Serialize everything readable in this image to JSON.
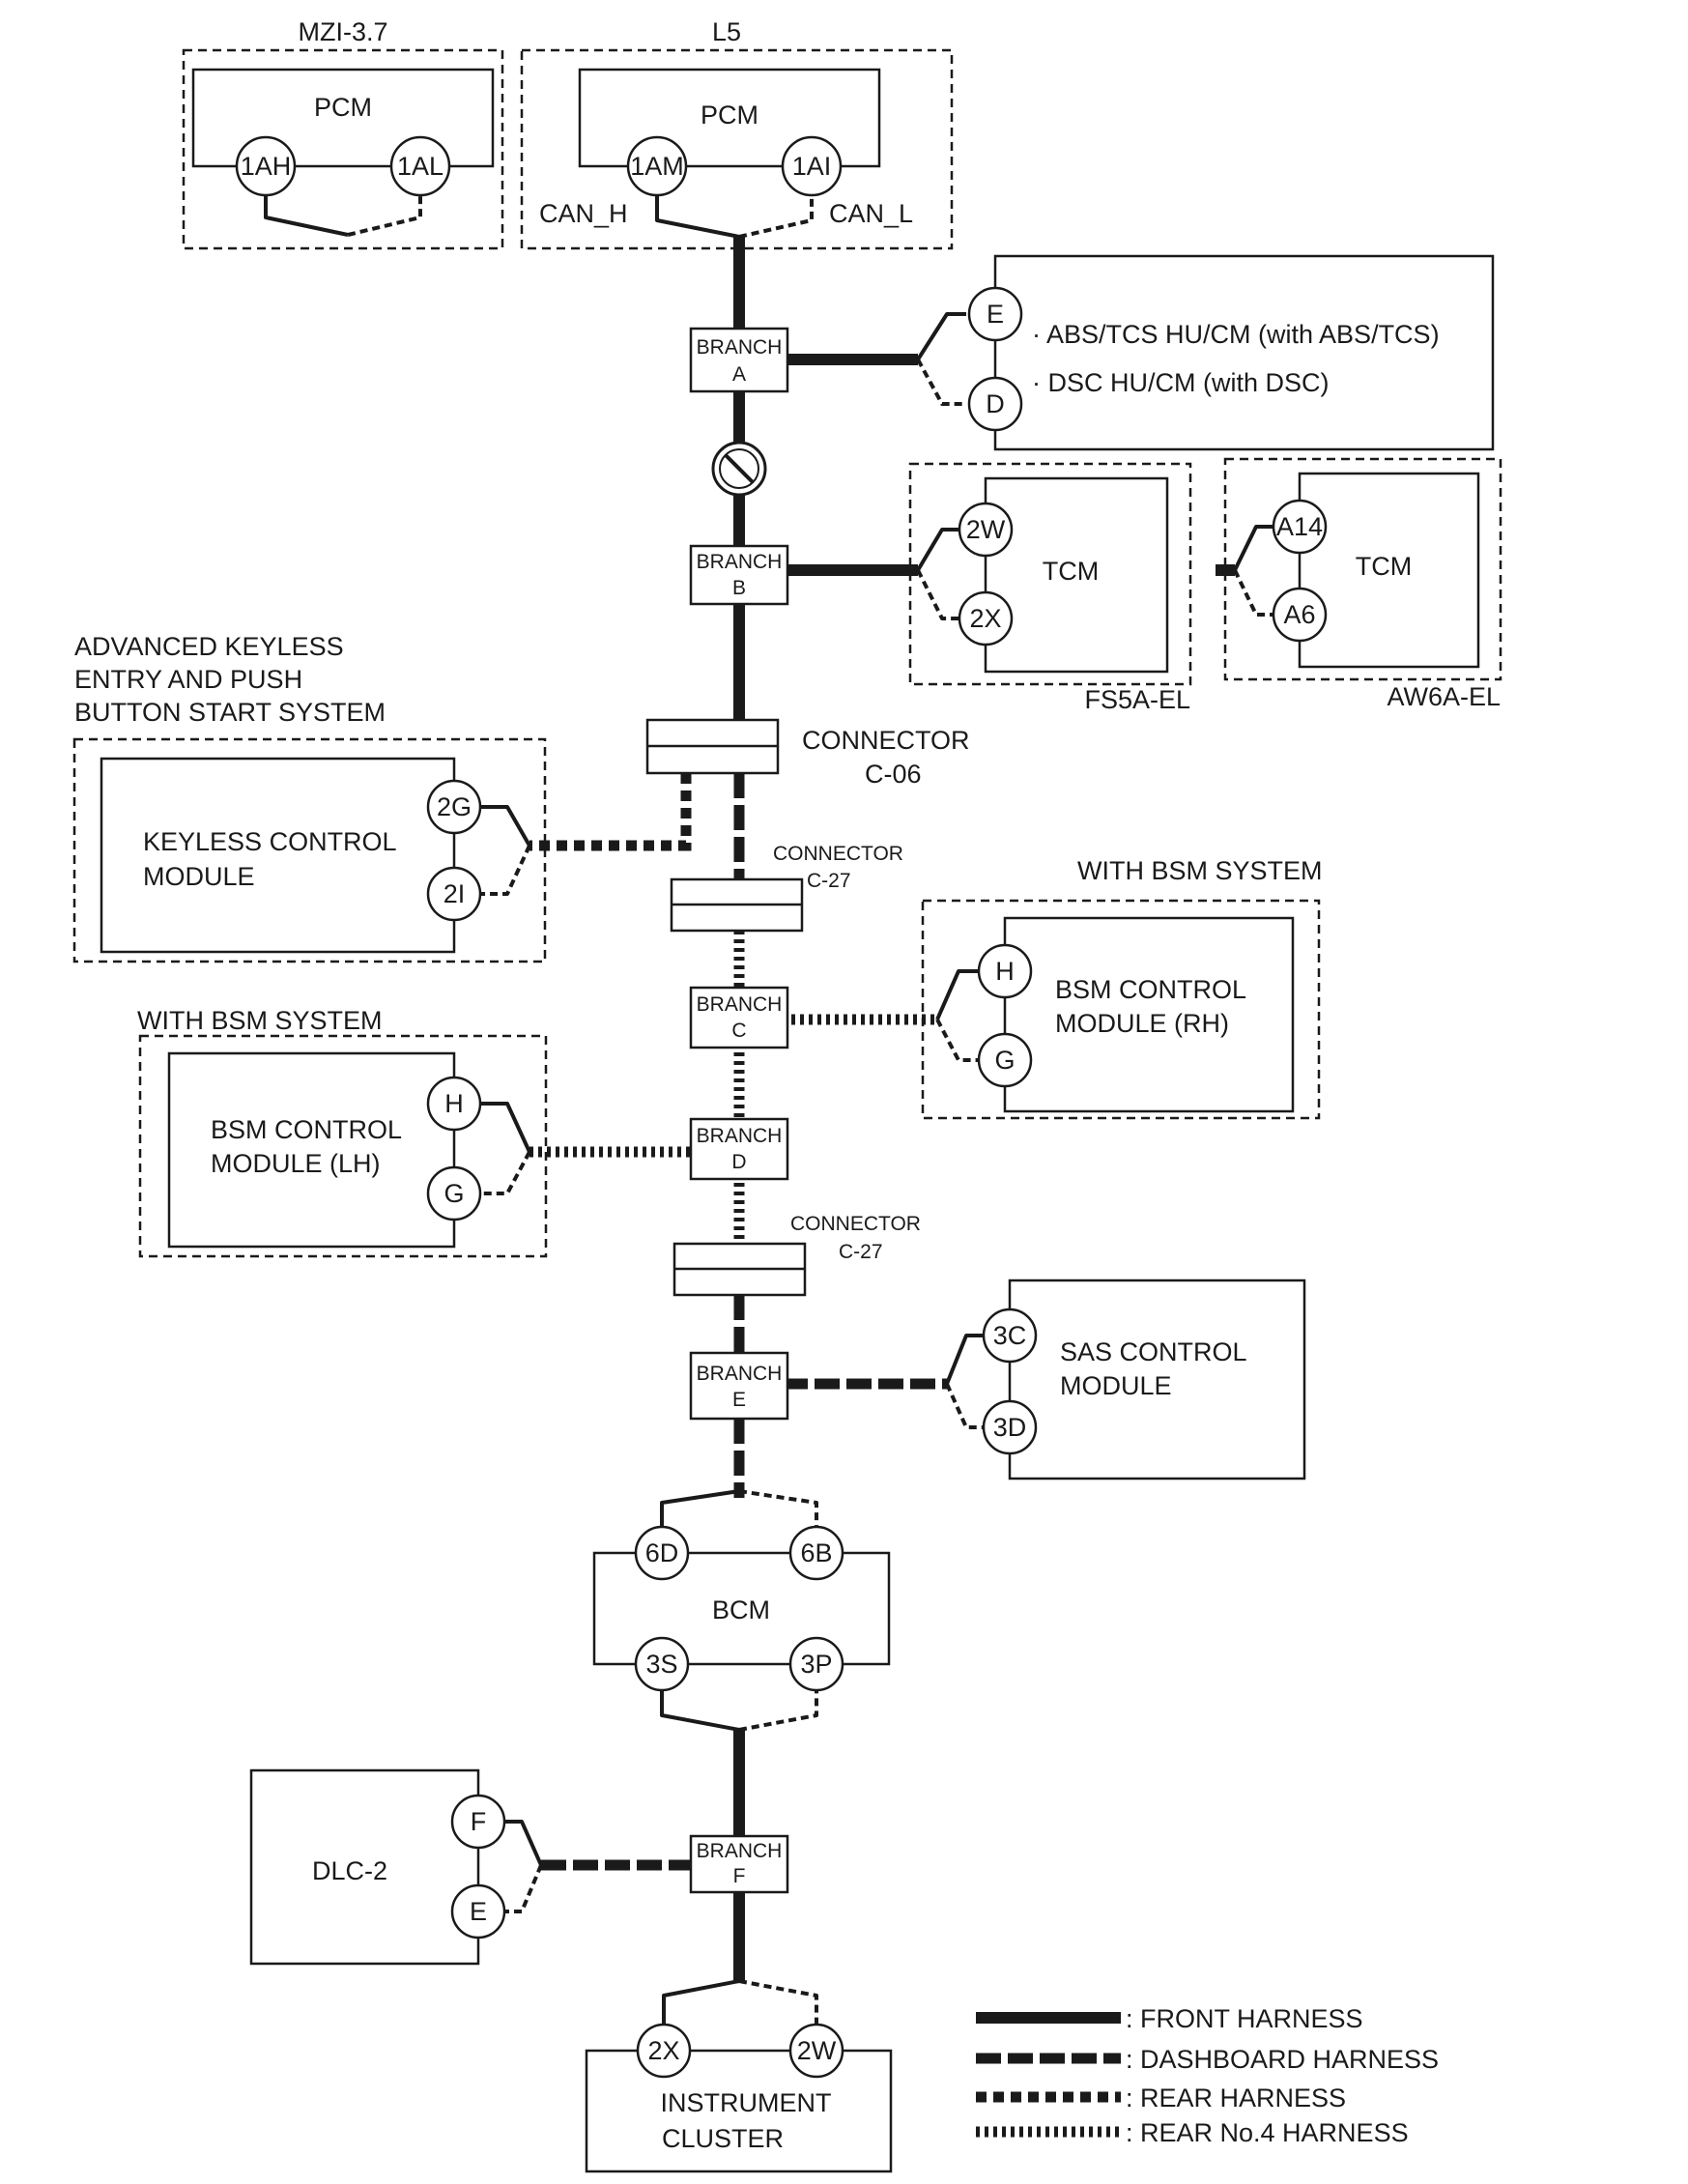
{
  "blocks": {
    "pcm_mzi": {
      "variant": "MZI-3.7",
      "name": "PCM",
      "pin_h": "1AH",
      "pin_l": "1AL"
    },
    "pcm_l5": {
      "variant": "L5",
      "name": "PCM",
      "pin_h": "1AM",
      "pin_l": "1AI",
      "can_h": "CAN_H",
      "can_l": "CAN_L"
    },
    "abs": {
      "pin_e": "E",
      "pin_d": "D",
      "line1": "· ABS/TCS HU/CM (with ABS/TCS)",
      "line2": "· DSC HU/CM (with DSC)"
    },
    "tcm_fs5a": {
      "name": "TCM",
      "pin_a": "2W",
      "pin_b": "2X",
      "variant": "FS5A-EL"
    },
    "tcm_aw6a": {
      "name": "TCM",
      "pin_a": "A14",
      "pin_b": "A6",
      "variant": "AW6A-EL"
    },
    "keyless": {
      "system_line1": "ADVANCED KEYLESS",
      "system_line2": "ENTRY AND PUSH",
      "system_line3": "BUTTON START SYSTEM",
      "name_line1": "KEYLESS CONTROL",
      "name_line2": "MODULE",
      "pin_a": "2G",
      "pin_b": "2I"
    },
    "bsm_rh": {
      "condition": "WITH BSM SYSTEM",
      "name_line1": "BSM CONTROL",
      "name_line2": "MODULE (RH)",
      "pin_a": "H",
      "pin_b": "G"
    },
    "bsm_lh": {
      "condition": "WITH BSM SYSTEM",
      "name_line1": "BSM CONTROL",
      "name_line2": "MODULE (LH)",
      "pin_a": "H",
      "pin_b": "G"
    },
    "sas": {
      "name_line1": "SAS CONTROL",
      "name_line2": "MODULE",
      "pin_a": "3C",
      "pin_b": "3D"
    },
    "bcm": {
      "name": "BCM",
      "pin_tl": "6D",
      "pin_tr": "6B",
      "pin_bl": "3S",
      "pin_br": "3P"
    },
    "dlc": {
      "name": "DLC-2",
      "pin_a": "F",
      "pin_b": "E"
    },
    "cluster": {
      "name_line1": "INSTRUMENT",
      "name_line2": "CLUSTER",
      "pin_a": "2X",
      "pin_b": "2W"
    }
  },
  "branches": [
    {
      "word": "BRANCH",
      "id": "A"
    },
    {
      "word": "BRANCH",
      "id": "B"
    },
    {
      "word": "BRANCH",
      "id": "C"
    },
    {
      "word": "BRANCH",
      "id": "D"
    },
    {
      "word": "BRANCH",
      "id": "E"
    },
    {
      "word": "BRANCH",
      "id": "F"
    }
  ],
  "connectors": [
    {
      "word": "CONNECTOR",
      "id": "C-06"
    },
    {
      "word": "CONNECTOR",
      "id": "C-27"
    },
    {
      "word": "CONNECTOR",
      "id": "C-27"
    }
  ],
  "legend": [
    {
      "style": "front",
      "label": ": FRONT HARNESS"
    },
    {
      "style": "dash",
      "label": ": DASHBOARD HARNESS"
    },
    {
      "style": "rear",
      "label": ": REAR HARNESS"
    },
    {
      "style": "rear4",
      "label": ": REAR No.4 HARNESS"
    }
  ]
}
